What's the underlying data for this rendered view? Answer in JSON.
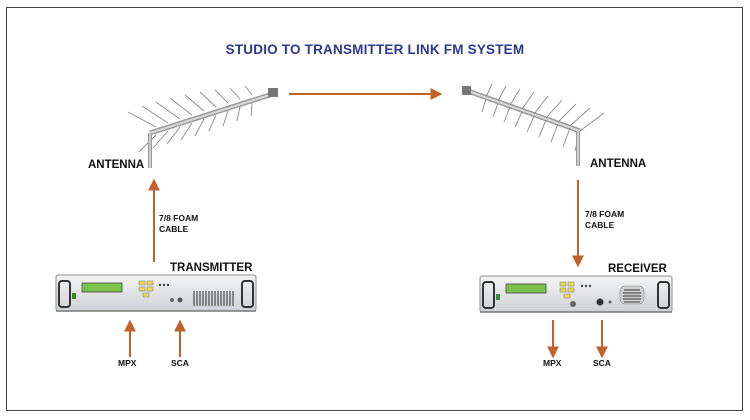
{
  "title": "STUDIO TO TRANSMITTER LINK FM SYSTEM",
  "left": {
    "antenna_label": "ANTENNA",
    "cable_line1": "7/8 FOAM",
    "cable_line2": "CABLE",
    "device_label": "TRANSMITTER",
    "input1": "MPX",
    "input2": "SCA"
  },
  "right": {
    "antenna_label": "ANTENNA",
    "cable_line1": "7/8 FOAM",
    "cable_line2": "CABLE",
    "device_label": "RECEIVER",
    "output1": "MPX",
    "output2": "SCA"
  },
  "colors": {
    "title": "#2b3a8c",
    "arrow": "#c0622a",
    "lcd": "#7cc24a",
    "vent": "#555555"
  },
  "icons": [
    "yagi-antenna-icon",
    "rack-transmitter-icon",
    "rack-receiver-icon",
    "arrow-icon"
  ]
}
